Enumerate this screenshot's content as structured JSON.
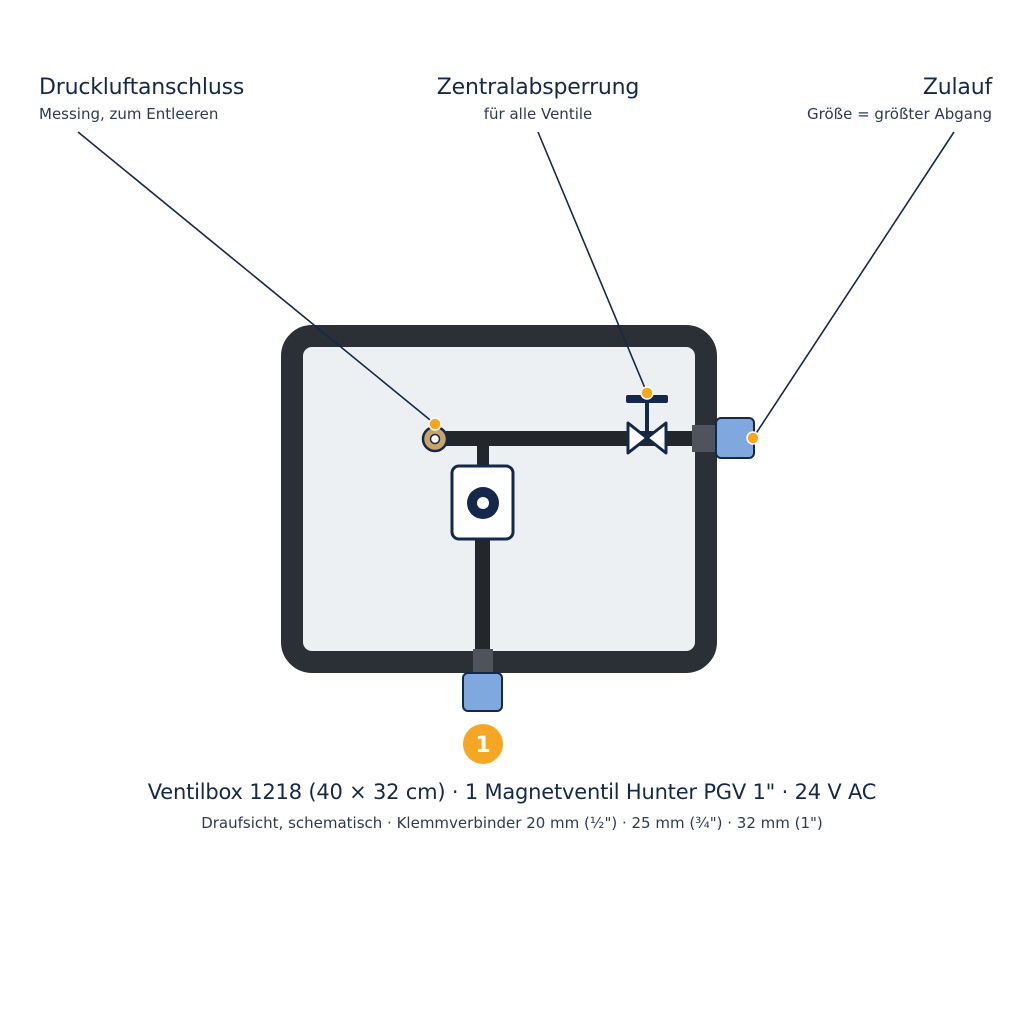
{
  "labels": {
    "compressed_air": {
      "title": "Druckluftanschluss",
      "subtitle": "Messing, zum Entleeren"
    },
    "central_shutoff": {
      "title": "Zentralabsperrung",
      "subtitle": "für alle Ventile"
    },
    "inlet": {
      "title": "Zulauf",
      "subtitle": "Größe = größter Abgang"
    }
  },
  "outlet_badge": "1",
  "caption": {
    "main": "Ventilbox 1218 (40 × 32 cm) · 1 Magnetventil Hunter PGV 1\" · 24 V AC",
    "sub": "Draufsicht, schematisch · Klemmverbinder 20 mm (½\") · 25 mm (¾\") · 32 mm (1\")"
  },
  "colors": {
    "box_frame": "#2b2f36",
    "box_fill": "#edf0f3",
    "pipe": "#23272b",
    "fitting_blue": "#7fa8de",
    "fitting_gray": "#4e535c",
    "valve_body": "#ffffff",
    "valve_dark": "#14294a",
    "brass": "#c9a46a",
    "accent_orange": "#f5a623",
    "leader_line": "#14294a"
  }
}
